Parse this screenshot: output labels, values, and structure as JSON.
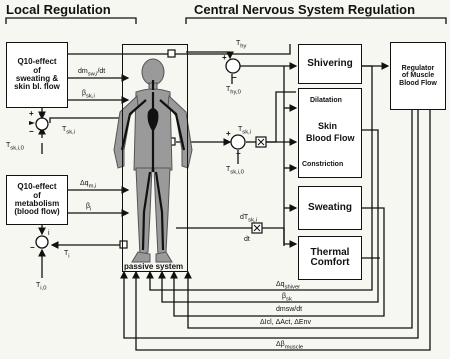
{
  "headers": {
    "local": "Local Regulation",
    "central": "Central Nervous System Regulation"
  },
  "left_boxes": {
    "sweating_flow": [
      "Q10-effect",
      "of",
      "sweating &",
      "skin bl. flow"
    ],
    "metabolism": [
      "Q10-effect",
      "of",
      "metabolism",
      "(blood flow)"
    ]
  },
  "effectors": {
    "shivering": "Shivering",
    "dilatation": "Dilatation",
    "skin_blood_flow": [
      "Skin",
      "Blood Flow"
    ],
    "constriction": "Constriction",
    "sweating": "Sweating",
    "thermal_comfort": [
      "Thermal",
      "Comfort"
    ]
  },
  "regulator": [
    "Regulator",
    "of Muscle",
    "Blood Flow"
  ],
  "passive_system": "passive system",
  "signals": {
    "dm_sw": "dm",
    "dm_sw_sub": "sw,i",
    "dm_sw_dt": "/dt",
    "beta_sk": "β",
    "beta_sk_sub": "sk,i",
    "t_sk_i": "T",
    "t_sk_i_sub": "sk,i",
    "t_sk_i0": "T",
    "t_sk_i0_sub": "sk,i,0",
    "dq_m": "Δq",
    "dq_m_sub": "m,i",
    "beta_i": "β",
    "beta_i_sub": "i",
    "t_i": "T",
    "t_i_sub": "i",
    "t_i0": "T",
    "t_i0_sub": "i,0",
    "t_hy": "T",
    "t_hy_sub": "hy",
    "t_hy0": "T",
    "t_hy0_sub": "hy,0",
    "t_sk": "T",
    "t_sk_sub": "sk,i",
    "t_sk0": "T",
    "t_sk0_sub": "sk,i,0",
    "dt_sk": "dT",
    "dt_sk_sub": "sk,i",
    "dt_sk_den": "dt",
    "plus": "+",
    "minus": "−",
    "i_mark": "i"
  },
  "feedback": [
    "Δq",
    "β",
    "dm",
    "ΔI",
    "Δβ"
  ],
  "feedback_detail": {
    "f1_sub": "shiver",
    "f2_sub": "sk",
    "f3": "sw/dt",
    "f4": "cl, ΔAct, ΔEnv",
    "f5_sub": "muscle"
  },
  "colors": {
    "line": "#111111",
    "body_fill": "#9a9a9a",
    "vessel": "#111111",
    "bg": "#f7f7f2"
  }
}
